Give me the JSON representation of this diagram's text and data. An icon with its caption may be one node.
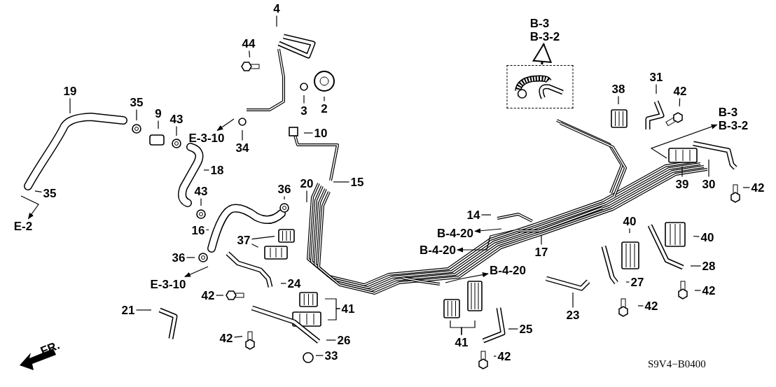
{
  "diagram": {
    "nodes": [
      {
        "text": [
          "B-3",
          "B-3-2"
        ]
      },
      {
        "text": [
          "4"
        ]
      },
      {
        "text": [
          "44"
        ]
      },
      {
        "text": [],
        "shape": "box"
      },
      {
        "text": [
          "31"
        ]
      },
      {
        "text": [
          "42"
        ]
      },
      {
        "text": [
          "38"
        ]
      },
      {
        "text": [
          "19"
        ]
      },
      {
        "text": [
          "35"
        ]
      },
      {
        "text": [
          "2"
        ]
      },
      {
        "text": [
          "3"
        ]
      },
      {
        "text": [
          "9"
        ]
      },
      {
        "text": [
          "B-3",
          "B-3-2"
        ]
      },
      {
        "text": [
          "43"
        ]
      },
      {
        "text": [
          "10"
        ]
      },
      {
        "text": [
          "E-3-10"
        ]
      },
      {
        "text": [
          "34"
        ]
      },
      {
        "text": [
          "18"
        ]
      },
      {
        "text": [
          "15"
        ]
      },
      {
        "text": [
          "39"
        ]
      },
      {
        "text": [
          "30"
        ]
      },
      {
        "text": [
          "42"
        ]
      },
      {
        "text": [
          "36"
        ]
      },
      {
        "text": [
          "20"
        ]
      },
      {
        "text": [
          "43"
        ]
      },
      {
        "text": [
          "35"
        ]
      },
      {
        "text": [
          "14"
        ]
      },
      {
        "text": [
          "40"
        ]
      },
      {
        "text": [
          "E-2"
        ]
      },
      {
        "text": [
          "16"
        ]
      },
      {
        "text": [
          "B-4-20"
        ]
      },
      {
        "text": [
          "40"
        ]
      },
      {
        "text": [
          "37"
        ]
      },
      {
        "text": [
          "B-4-20"
        ]
      },
      {
        "text": [
          "17"
        ]
      },
      {
        "text": [
          "36"
        ]
      },
      {
        "text": [
          "28"
        ]
      },
      {
        "text": [
          "B-4-20"
        ]
      },
      {
        "text": [
          "27"
        ]
      },
      {
        "text": [
          "24"
        ]
      },
      {
        "text": [
          "E-3-10"
        ]
      },
      {
        "text": [
          "42"
        ]
      },
      {
        "text": [
          "42"
        ]
      },
      {
        "text": [
          "21"
        ]
      },
      {
        "text": [
          "41"
        ]
      },
      {
        "text": [
          "42"
        ]
      },
      {
        "text": [
          "23"
        ]
      },
      {
        "text": [
          "25"
        ]
      },
      {
        "text": [
          "42"
        ]
      },
      {
        "text": [
          "26"
        ]
      },
      {
        "text": [
          "41"
        ]
      },
      {
        "text": [
          "33"
        ]
      },
      {
        "text": [
          "42"
        ]
      }
    ],
    "edges": [
      {
        "from": 3,
        "to": 0,
        "arrow": "to",
        "style": "thick"
      },
      {
        "from": 1,
        "to": null,
        "arrow": "none"
      },
      {
        "from": 2,
        "to": null,
        "arrow": "none"
      },
      {
        "from": 4,
        "to": null,
        "arrow": "none"
      },
      {
        "from": 5,
        "to": null,
        "arrow": "none"
      },
      {
        "from": 6,
        "to": null,
        "arrow": "none"
      },
      {
        "from": 7,
        "to": null,
        "arrow": "none"
      },
      {
        "from": 8,
        "to": null,
        "arrow": "none"
      },
      {
        "from": 9,
        "to": null,
        "arrow": "none"
      },
      {
        "from": 10,
        "to": null,
        "arrow": "none"
      },
      {
        "from": 11,
        "to": null,
        "arrow": "none"
      },
      {
        "from": null,
        "to": 12,
        "arrow": "to"
      },
      {
        "from": 13,
        "to": null,
        "arrow": "none"
      },
      {
        "from": 14,
        "to": null,
        "arrow": "none"
      },
      {
        "from": null,
        "to": 15,
        "arrow": "to"
      },
      {
        "from": 16,
        "to": null,
        "arrow": "none"
      },
      {
        "from": 17,
        "to": null,
        "arrow": "none"
      },
      {
        "from": 18,
        "to": null,
        "arrow": "none"
      },
      {
        "from": 19,
        "to": null,
        "arrow": "none"
      },
      {
        "from": 20,
        "to": null,
        "arrow": "none"
      },
      {
        "from": 21,
        "to": null,
        "arrow": "none"
      },
      {
        "from": 22,
        "to": null,
        "arrow": "none"
      },
      {
        "from": 23,
        "to": null,
        "arrow": "none"
      },
      {
        "from": 24,
        "to": null,
        "arrow": "none"
      },
      {
        "from": 25,
        "to": null,
        "arrow": "none"
      },
      {
        "from": null,
        "to": 28,
        "arrow": "to"
      },
      {
        "from": 26,
        "to": null,
        "arrow": "none"
      },
      {
        "from": 27,
        "to": null,
        "arrow": "none"
      },
      {
        "from": 29,
        "to": null,
        "arrow": "none"
      },
      {
        "from": null,
        "to": 30,
        "arrow": "to"
      },
      {
        "from": 31,
        "to": null,
        "arrow": "none"
      },
      {
        "from": 32,
        "to": null,
        "arrow": "none"
      },
      {
        "from": 32,
        "to": null,
        "arrow": "none"
      },
      {
        "from": null,
        "to": 33,
        "arrow": "to"
      },
      {
        "from": 34,
        "to": null,
        "arrow": "none"
      },
      {
        "from": 35,
        "to": null,
        "arrow": "none"
      },
      {
        "from": 36,
        "to": null,
        "arrow": "none"
      },
      {
        "from": null,
        "to": 37,
        "arrow": "to"
      },
      {
        "from": 38,
        "to": null,
        "arrow": "none"
      },
      {
        "from": 39,
        "to": null,
        "arrow": "none"
      },
      {
        "from": null,
        "to": 40,
        "arrow": "to"
      },
      {
        "from": 41,
        "to": null,
        "arrow": "none"
      },
      {
        "from": 42,
        "to": null,
        "arrow": "none"
      },
      {
        "from": 43,
        "to": null,
        "arrow": "none"
      },
      {
        "from": 44,
        "to": null,
        "arrow": "none"
      },
      {
        "from": 44,
        "to": null,
        "arrow": "none"
      },
      {
        "from": 45,
        "to": null,
        "arrow": "none"
      },
      {
        "from": 46,
        "to": null,
        "arrow": "none"
      },
      {
        "from": 47,
        "to": null,
        "arrow": "none"
      },
      {
        "from": 48,
        "to": null,
        "arrow": "none"
      },
      {
        "from": 49,
        "to": null,
        "arrow": "none"
      },
      {
        "from": 50,
        "to": null,
        "arrow": "none"
      },
      {
        "from": 50,
        "to": null,
        "arrow": "none"
      },
      {
        "from": 51,
        "to": null,
        "arrow": "none"
      },
      {
        "from": 52,
        "to": null,
        "arrow": "none"
      }
    ],
    "labels": [
      "FR.",
      "S9V4−B0400"
    ]
  }
}
